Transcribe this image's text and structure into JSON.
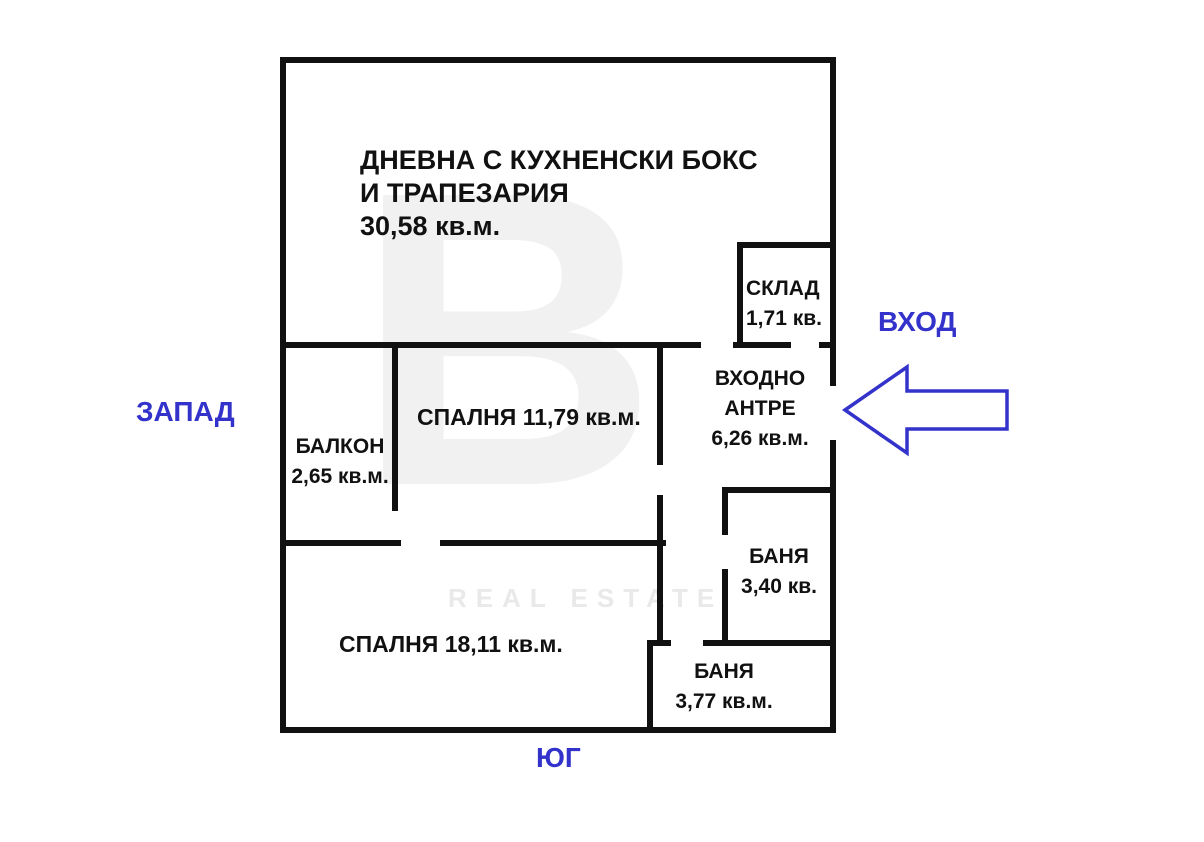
{
  "colors": {
    "accent_blue": "#3333cc",
    "wall_black": "#111111"
  },
  "directions": {
    "west": "ЗАПАД",
    "entrance": "ВХОД",
    "south": "ЮГ"
  },
  "rooms": {
    "living": {
      "name_line1": "ДНЕВНА С КУХНЕНСКИ БОКС",
      "name_line2": "И ТРАПЕЗАРИЯ",
      "area": "30,58 кв.м."
    },
    "storage": {
      "name": "СКЛАД",
      "area": "1,71 кв."
    },
    "entry_hall": {
      "name_line1": "ВХОДНО",
      "name_line2": "АНТРЕ",
      "area": "6,26 кв.м."
    },
    "balcony": {
      "name": "БАЛКОН",
      "area": "2,65 кв.м."
    },
    "bedroom_1": {
      "label": "СПАЛНЯ 11,79 кв.м."
    },
    "bathroom_1": {
      "name": "БАНЯ",
      "area": "3,40 кв."
    },
    "bedroom_2": {
      "label": "СПАЛНЯ 18,11 кв.м."
    },
    "bathroom_2": {
      "name": "БАНЯ",
      "area": "3,77 кв.м."
    }
  },
  "watermark": {
    "letter": "B",
    "text": "REAL ESTATE"
  }
}
